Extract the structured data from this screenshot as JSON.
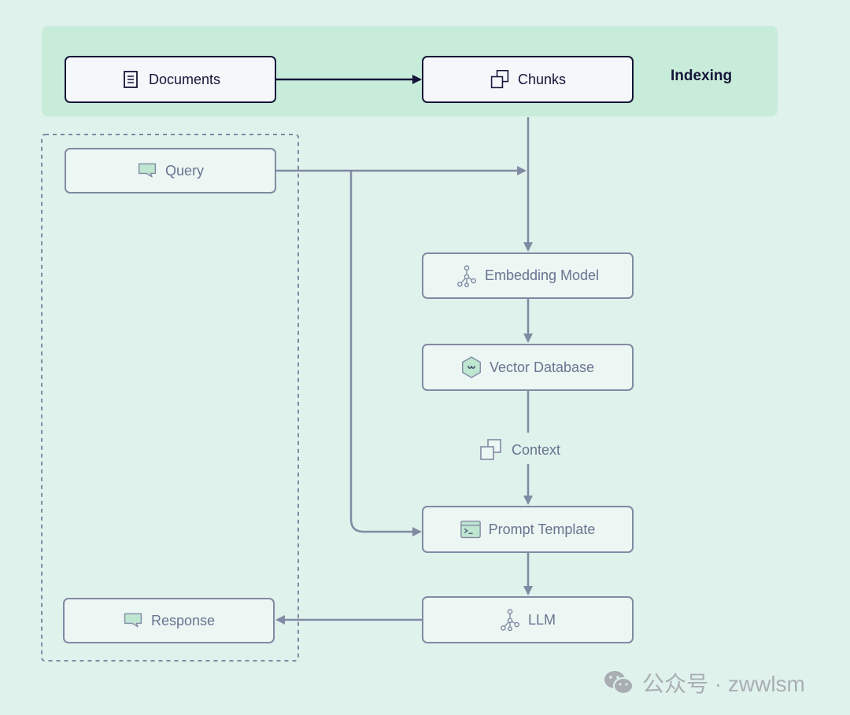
{
  "indexing": {
    "title": "Indexing"
  },
  "nodes": {
    "documents": {
      "label": "Documents",
      "icon": "document-icon"
    },
    "chunks": {
      "label": "Chunks",
      "icon": "chunks-icon"
    },
    "query": {
      "label": "Query",
      "icon": "chat-bubble-icon"
    },
    "embedding_model": {
      "label": "Embedding Model",
      "icon": "graph-nodes-icon"
    },
    "vector_database": {
      "label": "Vector Database",
      "icon": "hexagon-icon"
    },
    "context": {
      "label": "Context",
      "icon": "chunks-icon"
    },
    "prompt_template": {
      "label": "Prompt Template",
      "icon": "terminal-icon"
    },
    "llm": {
      "label": "LLM",
      "icon": "graph-nodes-icon"
    },
    "response": {
      "label": "Response",
      "icon": "chat-bubble-icon"
    }
  },
  "colors": {
    "background": "#dff2ec",
    "indexing_band": "#c8ecda",
    "dark": "#141538",
    "muted": "#818aa3",
    "icon_green": "#bfe6d1"
  },
  "watermark": {
    "text": "公众号 · zwwlsm",
    "icon": "wechat-icon"
  }
}
